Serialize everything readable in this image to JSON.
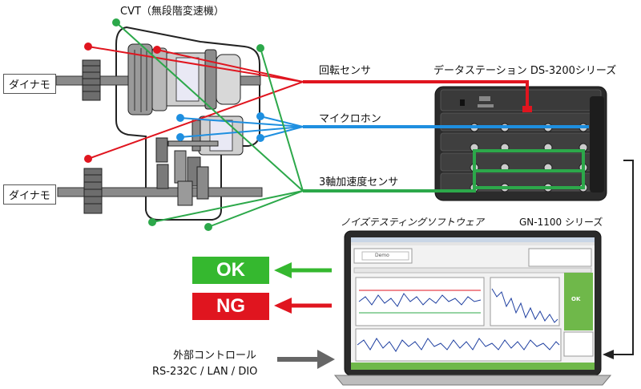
{
  "title": "CVT（無段階変速機）",
  "dynamo_labels": [
    "ダイナモ",
    "ダイナモ"
  ],
  "sensors": {
    "rotation": "回転センサ",
    "microphone": "マイクロホン",
    "accelerometer": "3軸加速度センサ"
  },
  "station_label": "データステーション DS-3200シリーズ",
  "software": {
    "name": "ノイズテスティングソフトウェア",
    "series": "GN-1100 シリーズ",
    "screen_ok": "OK",
    "screen_demo": "Demo"
  },
  "results": {
    "ok": "OK",
    "ng": "NG"
  },
  "external_control": {
    "title": "外部コントロール",
    "interfaces": "RS-232C / LAN / DIO"
  },
  "colors": {
    "rotation": "#e0151f",
    "microphone": "#1e8fe0",
    "accelerometer": "#2ca84a",
    "ok": "#35b82f",
    "ng": "#e0151f",
    "control_arrow": "#666666"
  }
}
